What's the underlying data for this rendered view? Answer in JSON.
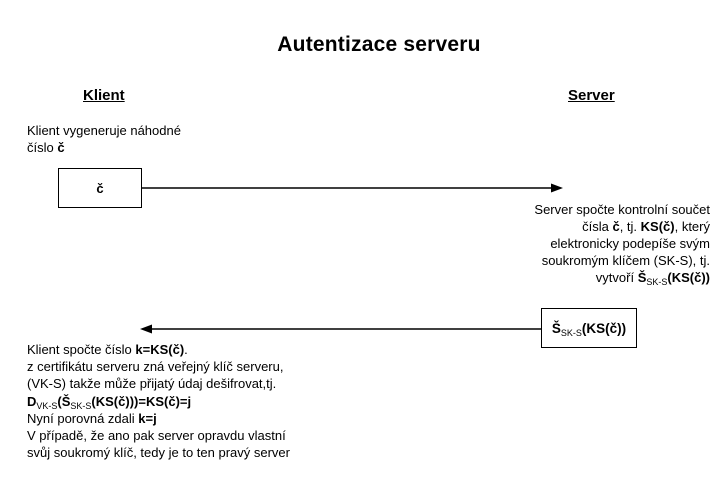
{
  "colors": {
    "background": "#ffffff",
    "text": "#000000",
    "line": "#000000"
  },
  "title": "Autentizace serveru",
  "lanes": {
    "client": "Klient",
    "server": "Server"
  },
  "intro": {
    "line1": "Klient vygeneruje náhodné",
    "line2_t": "číslo ",
    "line2_b": "č"
  },
  "message1": {
    "label": "č",
    "direction": "client-to-server"
  },
  "server_note": {
    "line1": "Server spočte kontrolní součet",
    "line2_t1": "čísla ",
    "line2_b1": "č",
    "line2_t2": ", tj. ",
    "line2_b2": "KS(č)",
    "line2_t3": ", který",
    "line3": "elektronicky podepíše svým",
    "line4": "soukromým klíčem (SK-S), tj.",
    "line5_t1": "vytvoří ",
    "line5_b1": "Š",
    "line5_sub": "SK-S",
    "line5_b2": "(KS(č))"
  },
  "message2": {
    "b1": "Š",
    "sub": "SK-S",
    "b2": "(KS(č))",
    "direction": "server-to-client"
  },
  "client_note": {
    "line1_t1": "Klient spočte číslo ",
    "line1_b1": "k=KS(č)",
    "line1_t2": ".",
    "line2": "z certifikátu serveru zná veřejný klíč serveru,",
    "line3": "(VK-S) takže může přijatý údaj dešifrovat,tj.",
    "line4_b1": "D",
    "line4_sub1": "VK-S",
    "line4_b2": "(Š",
    "line4_sub2": "SK-S",
    "line4_b3": "(KS(č)))=KS(č)=j",
    "line5_t1": "Nyní porovná zdali ",
    "line5_b1": "k=j",
    "line6": "V případě, že ano pak server opravdu vlastní",
    "line7": "svůj soukromý klíč, tedy je to ten pravý server"
  }
}
